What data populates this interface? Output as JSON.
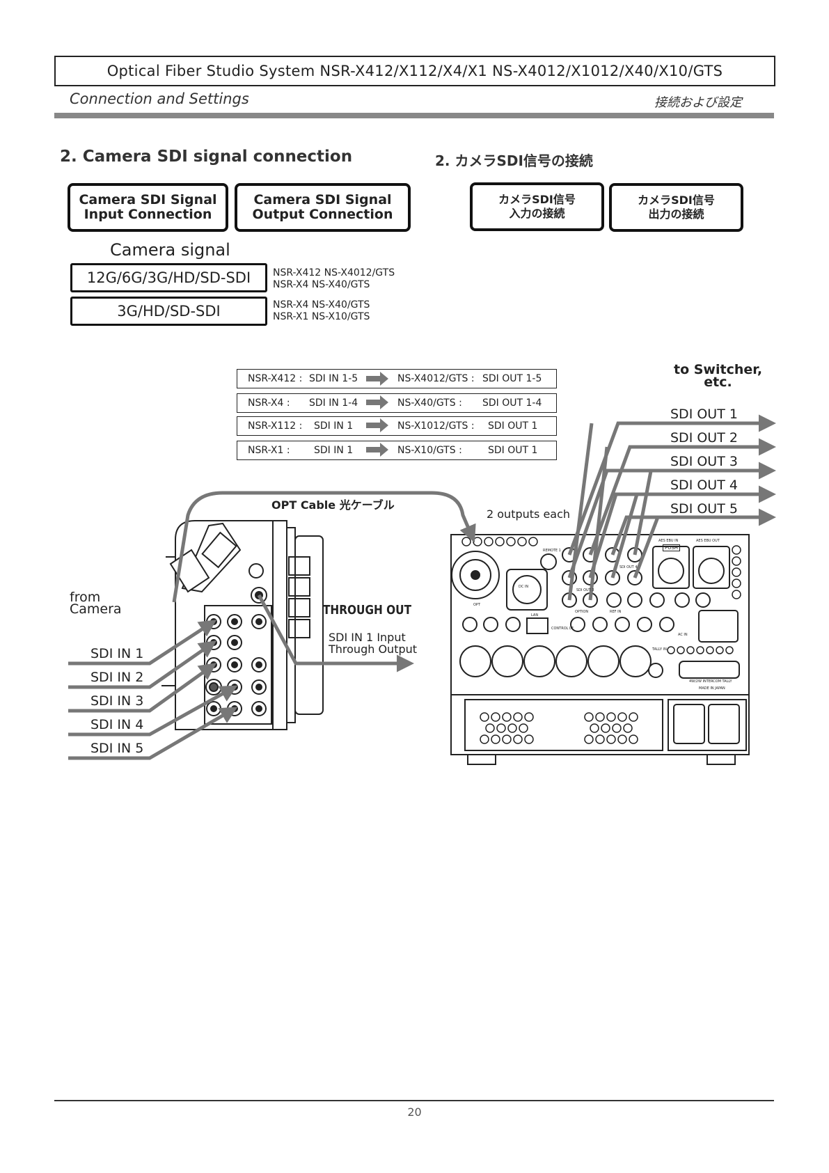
{
  "header": {
    "title": "Optical Fiber Studio System NSR-X412/X112/X4/X1 NS-X4012/X1012/X40/X10/GTS",
    "subtitle": "Connection and Settings",
    "subtitle_jp": "接続および設定"
  },
  "section": {
    "title_en": "2. Camera SDI signal connection",
    "title_jp": "2. カメラSDI信号の接続"
  },
  "nav_buttons": {
    "input_line1": "Camera SDI Signal",
    "input_line2": "Input Connection",
    "output_line1": "Camera SDI Signal",
    "output_line2": "Output Connection",
    "jp_input_line1": "カメラSDI信号",
    "jp_input_line2": "入力の接続",
    "jp_output_line1": "カメラSDI信号",
    "jp_output_line2": "出力の接続"
  },
  "camera_signal": {
    "heading": "Camera signal",
    "row1_label": "12G/6G/3G/HD/SD-SDI",
    "row1_model1": "NSR-X412 NS-X4012/GTS",
    "row1_model2": "NSR-X4 NS-X40/GTS",
    "row2_label": "3G/HD/SD-SDI",
    "row2_model1": "NSR-X4 NS-X40/GTS",
    "row2_model2": "NSR-X1 NS-X10/GTS"
  },
  "mapping_rows": [
    {
      "src_model": "NSR-X412 :",
      "src_port": "SDI IN 1-5",
      "dst_model": "NS-X4012/GTS :",
      "dst_port": "SDI OUT 1-5"
    },
    {
      "src_model": "NSR-X4 :",
      "src_port": "SDI IN 1-4",
      "dst_model": "NS-X40/GTS :",
      "dst_port": "SDI OUT 1-4"
    },
    {
      "src_model": "NSR-X112 :",
      "src_port": "SDI IN 1",
      "dst_model": "NS-X1012/GTS :",
      "dst_port": "SDI OUT 1"
    },
    {
      "src_model": "NSR-X1 :",
      "src_port": "SDI IN 1",
      "dst_model": "NS-X10/GTS :",
      "dst_port": "SDI OUT 1"
    }
  ],
  "diagram": {
    "to_switcher_line1": "to Switcher,",
    "to_switcher_line2": "etc.",
    "sdi_out": [
      "SDI OUT 1",
      "SDI OUT 2",
      "SDI OUT 3",
      "SDI OUT 4",
      "SDI OUT 5"
    ],
    "opt_cable": "OPT Cable 光ケーブル",
    "two_outputs": "2 outputs each",
    "from_camera_line1": "from",
    "from_camera_line2": "Camera",
    "through_out": "THROUGH OUT",
    "through_note_line1": "SDI IN 1 Input",
    "through_note_line2": "Through Output",
    "sdi_in": [
      "SDI IN 1",
      "SDI IN 2",
      "SDI IN 3",
      "SDI IN 4",
      "SDI IN 5"
    ],
    "panel_labels": {
      "remote1": "REMOTE 1",
      "dc_in": "DC IN",
      "opt": "OPT",
      "aes_in": "AES EBU IN",
      "aes_out": "AES EBU OUT",
      "push": "PUSH",
      "lan": "LAN",
      "control": "CONTROL I/F",
      "option": "OPTION",
      "ref_in": "REF IN",
      "ac_in": "AC IN",
      "tally": "TALLY IN",
      "intercom_tally": "4W/2W INTERCOM TALLY",
      "made_in": "MADE IN JAPAN",
      "sdi_out3": "SDI OUT 3",
      "sdi_out4": "SDI OUT 4"
    }
  },
  "footer": {
    "page_number": "20"
  },
  "colors": {
    "arrow_gray": "#777777",
    "rule_gray": "#888888",
    "ink": "#111111"
  }
}
